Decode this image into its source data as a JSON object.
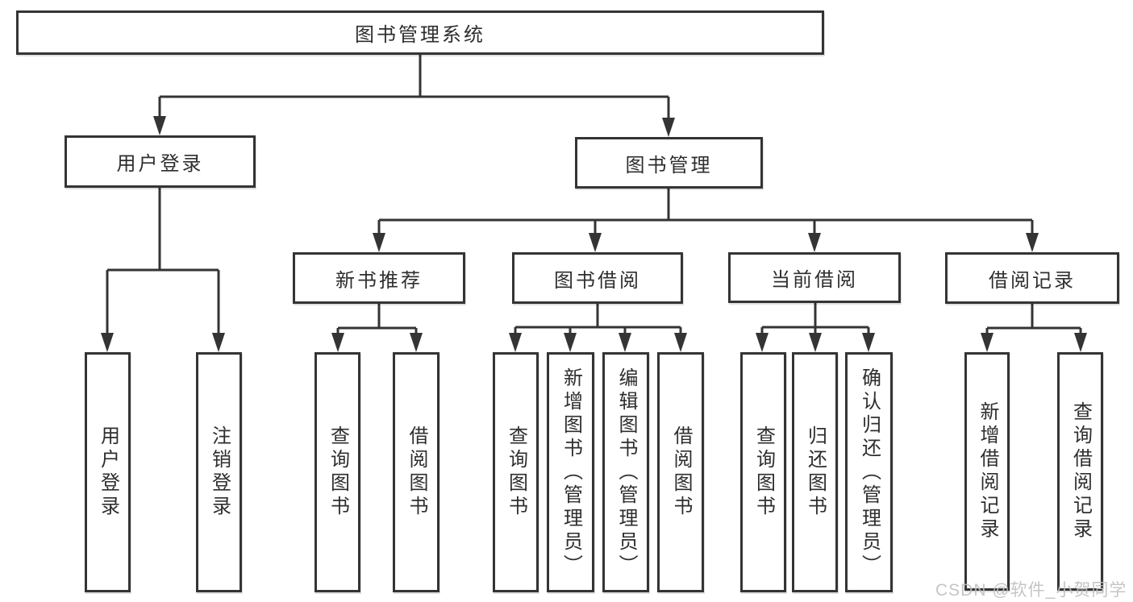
{
  "tree": {
    "root": "图书管理系统",
    "level2": [
      {
        "label": "用户登录",
        "children": [
          {
            "label": "用户登录"
          },
          {
            "label": "注销登录"
          }
        ]
      },
      {
        "label": "图书管理",
        "children": [
          {
            "label": "新书推荐",
            "children": [
              {
                "label": "查询图书"
              },
              {
                "label": "借阅图书"
              }
            ]
          },
          {
            "label": "图书借阅",
            "children": [
              {
                "label": "查询图书"
              },
              {
                "label": "新增图书（管理员）"
              },
              {
                "label": "编辑图书（管理员）"
              },
              {
                "label": "借阅图书"
              }
            ]
          },
          {
            "label": "当前借阅",
            "children": [
              {
                "label": "查询图书"
              },
              {
                "label": "归还图书"
              },
              {
                "label": "确认归还（管理员）"
              }
            ]
          },
          {
            "label": "借阅记录",
            "children": [
              {
                "label": "新增借阅记录"
              },
              {
                "label": "查询借阅记录"
              }
            ]
          }
        ]
      }
    ]
  },
  "watermark": "CSDN @软件_小贺同学",
  "colors": {
    "line": "#343434",
    "box_border": "#343434",
    "box_background": "#ffffff",
    "text": "#2e2e2e",
    "watermark": "#bfbfbf",
    "page_background": "#ffffff"
  }
}
